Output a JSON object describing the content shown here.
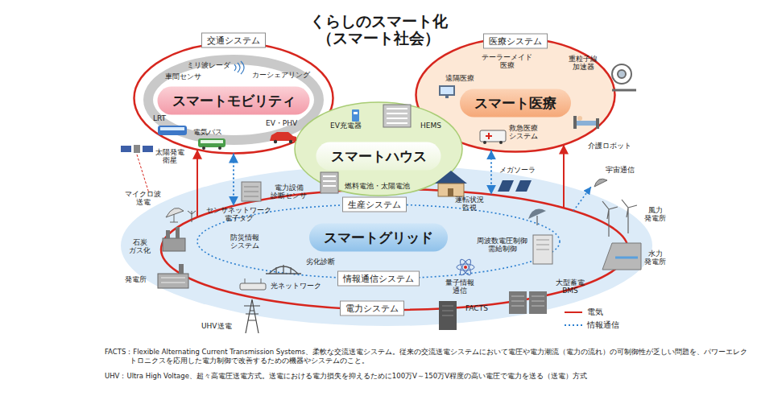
{
  "diagram": {
    "title": "くらしのスマート化 （スマート社会）",
    "caption": "FACTS：Flexible Alternating Current Transmission Systems、柔軟な交流送電システム。従来の交流送電システムにおいて電圧や電力潮流（電力の流れ）の可制御性が乏しい問題を、パワーエレクトロニクスを応用した電力制御で改善するための機器やシステムのこと。",
    "nodes": [
      {
        "text": [
          "交通システム",
          "スマートモビリティ"
        ]
      },
      {
        "text": [
          "医療システム",
          "スマート医療"
        ]
      },
      {
        "text": [
          "スマートハウス"
        ]
      },
      {
        "text": [
          "スマートグリッド"
        ]
      },
      {
        "text": [
          "生産システム"
        ],
        "in": 3
      },
      {
        "text": [
          "情報通信システム"
        ],
        "in": 3
      },
      {
        "text": [
          "電力システム"
        ],
        "in": 3
      }
    ],
    "edges": [
      {
        "from": 3,
        "to": 0,
        "arrow": "to"
      },
      {
        "from": 0,
        "to": 3,
        "arrow": "both"
      },
      {
        "from": 1,
        "to": 3,
        "arrow": "both"
      },
      {
        "from": 3,
        "to": 1,
        "arrow": "to"
      }
    ],
    "labels": [
      "ミリ波レーダ",
      "車間センサ",
      "カーシェアリング",
      "LRT",
      "電気バス",
      "EV・PHV",
      "遠隔医療",
      "テーラーメイド 医療",
      "重粒子線 加速器",
      "EV充電器",
      "HEMS",
      "救急医療 システム",
      "介護ロボット",
      "太陽発電 衛星",
      "宇宙通信",
      "メガソーラ",
      "燃料電池・太陽電池",
      "電力設備 診断センサ",
      "マイクロ波 送電",
      "センサネットワーク 電子タグ",
      "運転状況 監視",
      "風力 発電所",
      "防災情報 システム",
      "石炭 ガス化",
      "周波数電圧制御 需給制御",
      "水力 発電所",
      "劣化診断",
      "発電所",
      "光ネットワーク",
      "量子情報 通信",
      "大型蓄電 BMS",
      "FACTS",
      "UHV送電",
      "UHV：Ultra High Voltage、超々高電圧送電方式。送電における電力損失を抑えるために100万V～150万V程度の高い電圧で電力を送る（送電）方式"
    ],
    "legend": [
      {
        "text": "電気"
      },
      {
        "text": "情報通信"
      }
    ]
  }
}
